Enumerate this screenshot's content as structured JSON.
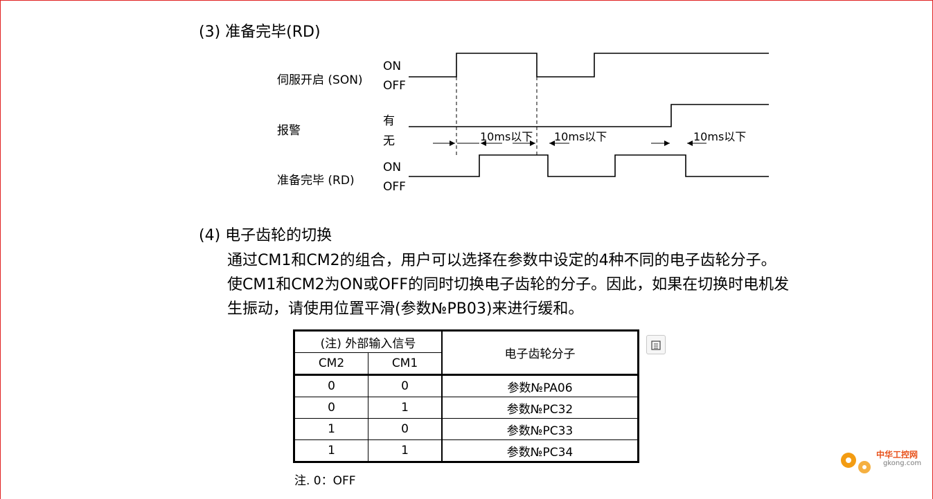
{
  "section3": {
    "heading": "(3)  准备完毕(RD)"
  },
  "timing": {
    "signals": [
      {
        "label": "伺服开启 (SON)",
        "high": "ON",
        "low": "OFF"
      },
      {
        "label": "报警",
        "high": "有",
        "low": "无"
      },
      {
        "label": "准备完毕 (RD)",
        "high": "ON",
        "low": "OFF"
      }
    ],
    "delays": [
      "10ms以下",
      "10ms以下",
      "10ms以下"
    ]
  },
  "section4": {
    "heading": "(4)  电子齿轮的切换",
    "lines": [
      "通过CM1和CM2的组合，用户可以选择在参数中设定的4种不同的电子齿轮分子。",
      "使CM1和CM2为ON或OFF的同时切换电子齿轮的分子。因此，如果在切换时电机发",
      "生振动，请使用位置平滑(参数№PB03)来进行缓和。"
    ]
  },
  "table": {
    "group_header": "(注) 外部输入信号",
    "result_header": "电子齿轮分子",
    "columns": [
      "CM2",
      "CM1"
    ],
    "rows": [
      [
        "0",
        "0",
        "参数№PA06"
      ],
      [
        "0",
        "1",
        "参数№PC32"
      ],
      [
        "1",
        "0",
        "参数№PC33"
      ],
      [
        "1",
        "1",
        "参数№PC34"
      ]
    ]
  },
  "note": "注. 0：OFF",
  "watermark": {
    "name": "中华工控网",
    "url": "gkong.com"
  },
  "icons": {
    "zoom": "fit-page-icon"
  }
}
